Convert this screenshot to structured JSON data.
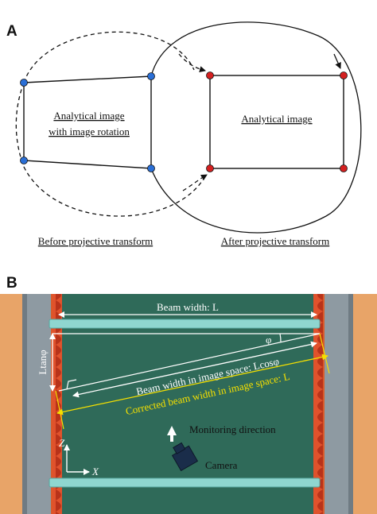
{
  "panel_a": {
    "letter": "A",
    "left_box_label_line1": "Analytical image",
    "left_box_label_line2": "with image rotation",
    "right_box_label": "Analytical image",
    "caption_before": "Before projective transform",
    "caption_after": "After projective transform",
    "colors": {
      "before_dot": "#2a6fd6",
      "after_dot": "#d42020",
      "line": "#111111"
    }
  },
  "panel_b": {
    "letter": "B",
    "beam_width": "Beam width: L",
    "l_tan": "Ltanφ",
    "phi": "φ",
    "beam_width_image": "Beam width in image space: Lcosφ",
    "corrected_beam_width": "Corrected beam width in image space: L",
    "monitoring_direction": "Monitoring direction",
    "camera": "Camera",
    "axis_z": "Z",
    "axis_x": "X",
    "colors": {
      "background": "#2f6a59",
      "outer_frame": "#e8a468",
      "rail": "#8e9aa2",
      "red_edge": "#cc3a1c",
      "beam": "#8fd6cf",
      "white_line": "#ffffff",
      "yellow_line": "#f5e000",
      "camera": "#1a2d4a"
    }
  }
}
